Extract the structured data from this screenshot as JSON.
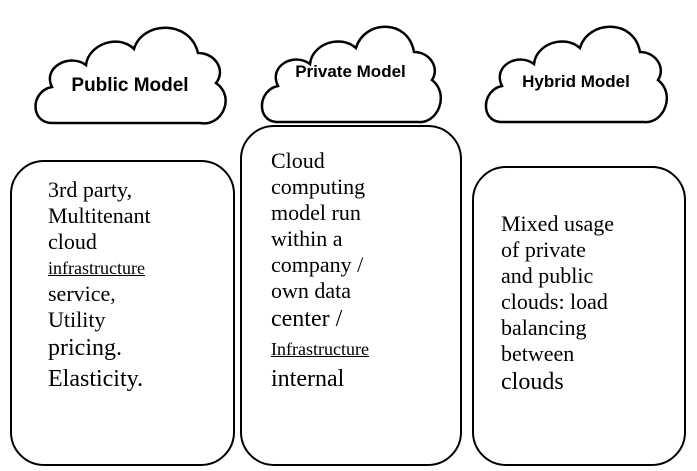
{
  "models": [
    {
      "title": "Public Model",
      "lines": [
        "3rd party,",
        "Multitenant",
        "cloud",
        "infrastructure",
        "service,",
        "Utility",
        "pricing.",
        "Elasticity."
      ]
    },
    {
      "title": "Private Model",
      "lines": [
        "Cloud",
        "computing",
        "model run",
        "within a",
        "company /",
        "own data",
        "center /",
        "Infrastructure",
        "internal"
      ]
    },
    {
      "title": "Hybrid Model",
      "lines": [
        "Mixed usage",
        "of private",
        "and public",
        "clouds: load",
        "balancing",
        "between",
        "clouds"
      ]
    }
  ]
}
